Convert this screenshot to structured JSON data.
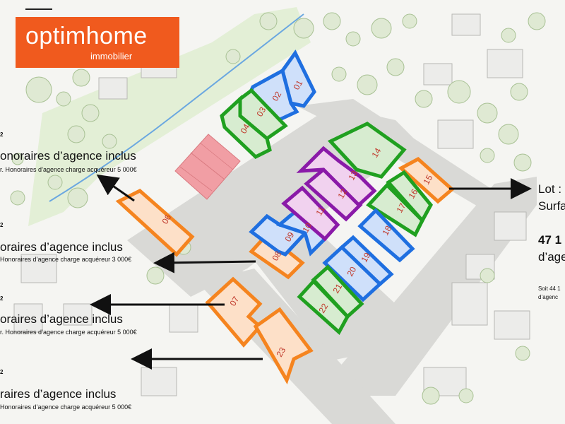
{
  "logo": {
    "name": "optimhome",
    "subtitle": "immobilier"
  },
  "left_entries": [
    {
      "unit": "2",
      "title": "onoraires d’agence inclus",
      "detail": "r. Honoraires d’agence charge acquéreur 5 000€"
    },
    {
      "unit": "2",
      "title": "oraires d’agence inclus",
      "detail": "Honoraires d’agence charge acquéreur 3 000€"
    },
    {
      "unit": "2",
      "title": "oraires d’agence inclus",
      "detail": "r. Honoraires d’agence charge acquéreur 5 000€"
    },
    {
      "unit": "2",
      "title": "raires d’agence inclus",
      "detail": "Honoraires d’agence charge acquéreur 5 000€"
    }
  ],
  "right_panel": {
    "lot": "Lot :",
    "surface": "Surfa",
    "price": "47 1",
    "agency": "d’age",
    "soit": "Soit 44 1",
    "agency_small": "d’agenc"
  },
  "lots": [
    {
      "number": "01",
      "color": "blue"
    },
    {
      "number": "02",
      "color": "blue"
    },
    {
      "number": "03",
      "color": "green"
    },
    {
      "number": "04",
      "color": "green"
    },
    {
      "number": "06",
      "color": "orange"
    },
    {
      "number": "07",
      "color": "orange"
    },
    {
      "number": "08",
      "color": "orange"
    },
    {
      "number": "09",
      "color": "blue"
    },
    {
      "number": "10",
      "color": "blue"
    },
    {
      "number": "11",
      "color": "purple"
    },
    {
      "number": "12",
      "color": "purple"
    },
    {
      "number": "13",
      "color": "purple"
    },
    {
      "number": "14",
      "color": "green"
    },
    {
      "number": "15",
      "color": "orange"
    },
    {
      "number": "16",
      "color": "green"
    },
    {
      "number": "17",
      "color": "green"
    },
    {
      "number": "18",
      "color": "blue"
    },
    {
      "number": "19",
      "color": "blue"
    },
    {
      "number": "20",
      "color": "blue"
    },
    {
      "number": "21",
      "color": "green"
    },
    {
      "number": "22",
      "color": "green"
    },
    {
      "number": "23",
      "color": "orange"
    }
  ],
  "colors": {
    "orange": "#f5841f",
    "blue": "#1f6fe0",
    "green": "#20a020",
    "purple": "#8a1aa8",
    "brand": "#f05a1e"
  }
}
